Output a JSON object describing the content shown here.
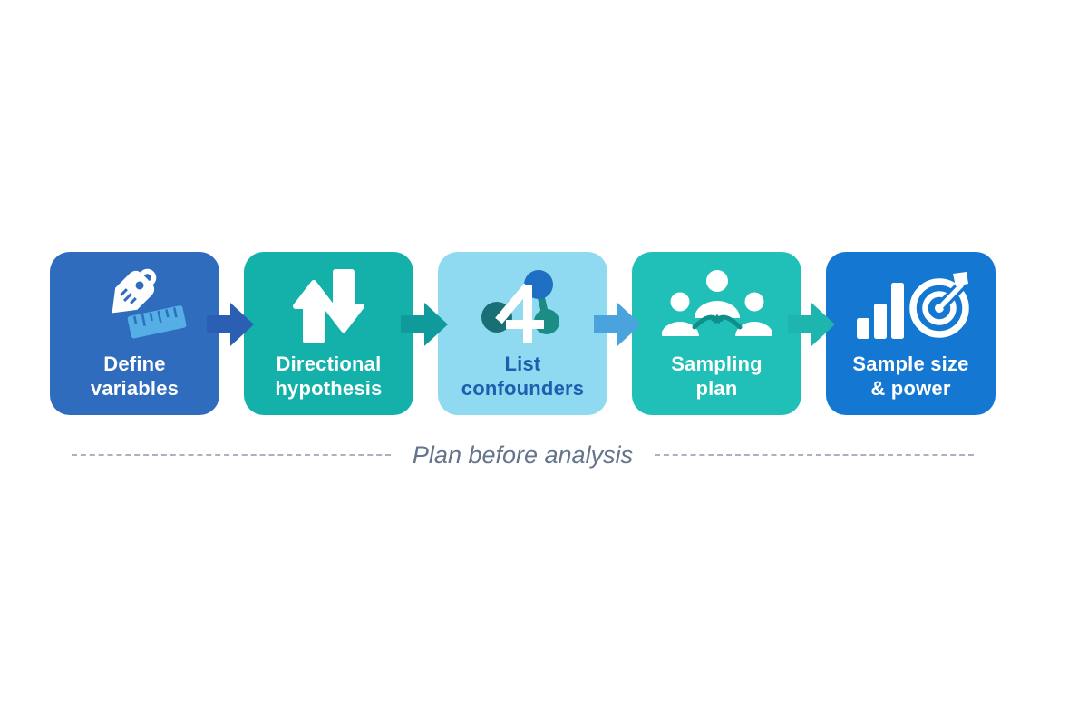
{
  "caption": {
    "text": "Plan before analysis",
    "color": "#64748b",
    "dash_color": "#a9b3c0"
  },
  "steps": [
    {
      "label": "Define variables",
      "lines": [
        "Define",
        "variables"
      ],
      "icon": "tag-ruler-icon",
      "bg": "#2f6cbe",
      "text_color": "#ffffff"
    },
    {
      "label": "Directional hypothesis",
      "lines": [
        "Directional",
        "hypothesis"
      ],
      "icon": "up-down-arrows-icon",
      "bg": "#14b0aa",
      "text_color": "#ffffff"
    },
    {
      "label": "List confounders",
      "lines": [
        "List",
        "confounders"
      ],
      "icon": "network-nodes-icon",
      "bg": "#8fdaf0",
      "text_color": "#1d5fae"
    },
    {
      "label": "Sampling plan",
      "lines": [
        "Sampling",
        "plan"
      ],
      "icon": "people-group-icon",
      "bg": "#20bfb7",
      "text_color": "#ffffff"
    },
    {
      "label": "Sample size & power",
      "lines": [
        "Sample size",
        "& power"
      ],
      "icon": "bar-chart-target-icon",
      "bg": "#1478d2",
      "text_color": "#ffffff"
    }
  ],
  "connectors": [
    {
      "color": "#2b5fb4"
    },
    {
      "color": "#0f9b9b"
    },
    {
      "color": "#4aa3dc"
    },
    {
      "color": "#1db5ad"
    }
  ],
  "icon_colors": {
    "ruler_fill": "#55aee6",
    "ruler_ticks": "#2d6fbb",
    "node_blue": "#1e6fc4",
    "node_dark_teal": "#186f75",
    "node_teal": "#1b8d85",
    "people_arrows": "#0e8f8a"
  }
}
